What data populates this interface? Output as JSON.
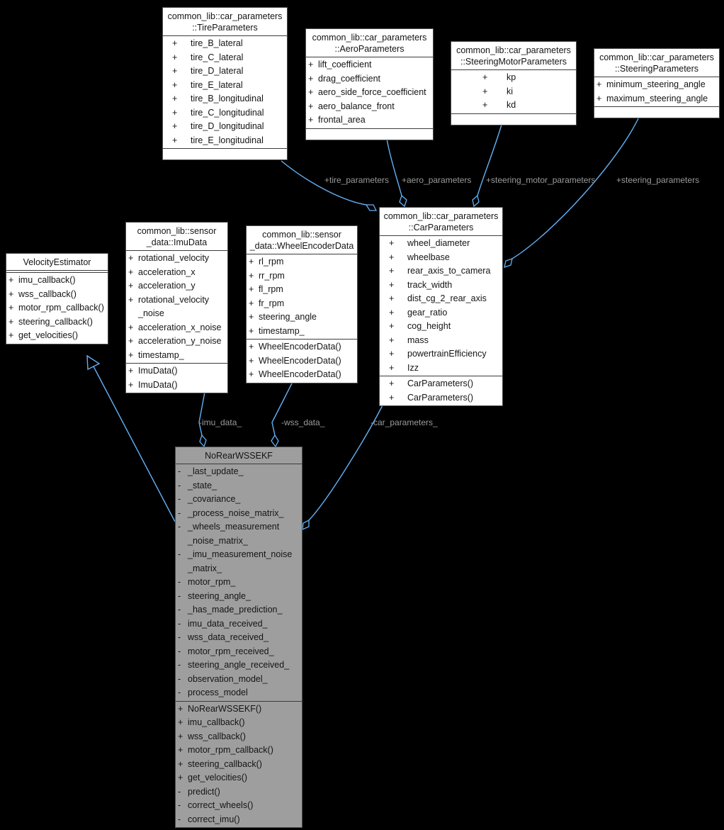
{
  "diagram": {
    "background_color": "#000000",
    "edge_color": "#63b1f5",
    "edge_label_color": "#9b9b9b",
    "node_fill_color": "#ffffff",
    "highlight_fill_color": "#9e9e9e"
  },
  "classes": [
    {
      "id": "velocity-estimator",
      "title": "VelocityEstimator",
      "empty_members": true,
      "members": [],
      "methods": [
        {
          "s": "+",
          "n": "imu_callback()"
        },
        {
          "s": "+",
          "n": "wss_callback()"
        },
        {
          "s": "+",
          "n": "motor_rpm_callback()"
        },
        {
          "s": "+",
          "n": "steering_callback()"
        },
        {
          "s": "+",
          "n": "get_velocities()"
        }
      ],
      "trailing_empty": false
    },
    {
      "id": "tire-parameters",
      "title": "common_lib::car_parameters\n::TireParameters",
      "empty_members": false,
      "members": [
        {
          "s": "+",
          "n": "tire_B_lateral"
        },
        {
          "s": "+",
          "n": "tire_C_lateral"
        },
        {
          "s": "+",
          "n": "tire_D_lateral"
        },
        {
          "s": "+",
          "n": "tire_E_lateral"
        },
        {
          "s": "+",
          "n": "tire_B_longitudinal"
        },
        {
          "s": "+",
          "n": "tire_C_longitudinal"
        },
        {
          "s": "+",
          "n": "tire_D_longitudinal"
        },
        {
          "s": "+",
          "n": "tire_E_longitudinal"
        }
      ],
      "methods": [],
      "trailing_empty": true
    },
    {
      "id": "aero-parameters",
      "title": "common_lib::car_parameters\n::AeroParameters",
      "empty_members": false,
      "members": [
        {
          "s": "+",
          "n": "lift_coefficient"
        },
        {
          "s": "+",
          "n": "drag_coefficient"
        },
        {
          "s": "+",
          "n": "aero_side_force_coefficient"
        },
        {
          "s": "+",
          "n": "aero_balance_front"
        },
        {
          "s": "+",
          "n": "frontal_area"
        }
      ],
      "methods": [],
      "trailing_empty": true
    },
    {
      "id": "steering-motor-parameters",
      "title": "common_lib::car_parameters\n::SteeringMotorParameters",
      "empty_members": false,
      "members": [
        {
          "s": "+",
          "n": "kp"
        },
        {
          "s": "+",
          "n": "ki"
        },
        {
          "s": "+",
          "n": "kd"
        }
      ],
      "methods": [],
      "trailing_empty": true
    },
    {
      "id": "steering-parameters",
      "title": "common_lib::car_parameters\n::SteeringParameters",
      "empty_members": false,
      "members": [
        {
          "s": "+",
          "n": "minimum_steering_angle"
        },
        {
          "s": "+",
          "n": "maximum_steering_angle"
        }
      ],
      "methods": [],
      "trailing_empty": true
    },
    {
      "id": "imu-data",
      "title": "common_lib::sensor\n_data::ImuData",
      "empty_members": false,
      "members": [
        {
          "s": "+",
          "n": "rotational_velocity"
        },
        {
          "s": "+",
          "n": "acceleration_x"
        },
        {
          "s": "+",
          "n": "acceleration_y"
        },
        {
          "s": "+",
          "n": "rotational_velocity\n_noise"
        },
        {
          "s": "+",
          "n": "acceleration_x_noise"
        },
        {
          "s": "+",
          "n": "acceleration_y_noise"
        },
        {
          "s": "+",
          "n": "timestamp_"
        }
      ],
      "methods": [
        {
          "s": "+",
          "n": "ImuData()"
        },
        {
          "s": "+",
          "n": "ImuData()"
        }
      ],
      "trailing_empty": false
    },
    {
      "id": "wheel-encoder-data",
      "title": "common_lib::sensor\n_data::WheelEncoderData",
      "empty_members": false,
      "members": [
        {
          "s": "+",
          "n": "rl_rpm"
        },
        {
          "s": "+",
          "n": "rr_rpm"
        },
        {
          "s": "+",
          "n": "fl_rpm"
        },
        {
          "s": "+",
          "n": "fr_rpm"
        },
        {
          "s": "+",
          "n": "steering_angle"
        },
        {
          "s": "+",
          "n": "timestamp_"
        }
      ],
      "methods": [
        {
          "s": "+",
          "n": "WheelEncoderData()"
        },
        {
          "s": "+",
          "n": "WheelEncoderData()"
        },
        {
          "s": "+",
          "n": "WheelEncoderData()"
        }
      ],
      "trailing_empty": false
    },
    {
      "id": "car-parameters",
      "title": "common_lib::car_parameters\n::CarParameters",
      "empty_members": false,
      "members": [
        {
          "s": "+",
          "n": "wheel_diameter"
        },
        {
          "s": "+",
          "n": "wheelbase"
        },
        {
          "s": "+",
          "n": "rear_axis_to_camera"
        },
        {
          "s": "+",
          "n": "track_width"
        },
        {
          "s": "+",
          "n": "dist_cg_2_rear_axis"
        },
        {
          "s": "+",
          "n": "gear_ratio"
        },
        {
          "s": "+",
          "n": "cog_height"
        },
        {
          "s": "+",
          "n": "mass"
        },
        {
          "s": "+",
          "n": "powertrainEfficiency"
        },
        {
          "s": "+",
          "n": "Izz"
        }
      ],
      "methods": [
        {
          "s": "+",
          "n": "CarParameters()"
        },
        {
          "s": "+",
          "n": "CarParameters()"
        }
      ],
      "trailing_empty": false
    },
    {
      "id": "no-rear-wssekf",
      "title": "NoRearWSSEKF",
      "empty_members": false,
      "members": [
        {
          "s": "-",
          "n": "_last_update_"
        },
        {
          "s": "-",
          "n": "_state_"
        },
        {
          "s": "-",
          "n": "_covariance_"
        },
        {
          "s": "-",
          "n": "_process_noise_matrix_"
        },
        {
          "s": "-",
          "n": "_wheels_measurement\n_noise_matrix_"
        },
        {
          "s": "-",
          "n": "_imu_measurement_noise\n_matrix_"
        },
        {
          "s": "-",
          "n": "motor_rpm_"
        },
        {
          "s": "-",
          "n": "steering_angle_"
        },
        {
          "s": "-",
          "n": "_has_made_prediction_"
        },
        {
          "s": "-",
          "n": "imu_data_received_"
        },
        {
          "s": "-",
          "n": "wss_data_received_"
        },
        {
          "s": "-",
          "n": "motor_rpm_received_"
        },
        {
          "s": "-",
          "n": "steering_angle_received_"
        },
        {
          "s": "-",
          "n": "observation_model_"
        },
        {
          "s": "-",
          "n": "process_model"
        }
      ],
      "methods": [
        {
          "s": "+",
          "n": "NoRearWSSEKF()"
        },
        {
          "s": "+",
          "n": "imu_callback()"
        },
        {
          "s": "+",
          "n": "wss_callback()"
        },
        {
          "s": "+",
          "n": "motor_rpm_callback()"
        },
        {
          "s": "+",
          "n": "steering_callback()"
        },
        {
          "s": "+",
          "n": "get_velocities()"
        },
        {
          "s": "-",
          "n": "predict()"
        },
        {
          "s": "-",
          "n": "correct_wheels()"
        },
        {
          "s": "-",
          "n": "correct_imu()"
        }
      ],
      "trailing_empty": false
    }
  ],
  "edge_labels": [
    {
      "id": "tire",
      "text": "+tire_parameters"
    },
    {
      "id": "aero",
      "text": "+aero_parameters"
    },
    {
      "id": "steering-motor",
      "text": "+steering_motor_parameters"
    },
    {
      "id": "steering",
      "text": "+steering_parameters"
    },
    {
      "id": "imu",
      "text": "-imu_data_"
    },
    {
      "id": "wss",
      "text": "-wss_data_"
    },
    {
      "id": "car",
      "text": "-car_parameters_"
    }
  ]
}
